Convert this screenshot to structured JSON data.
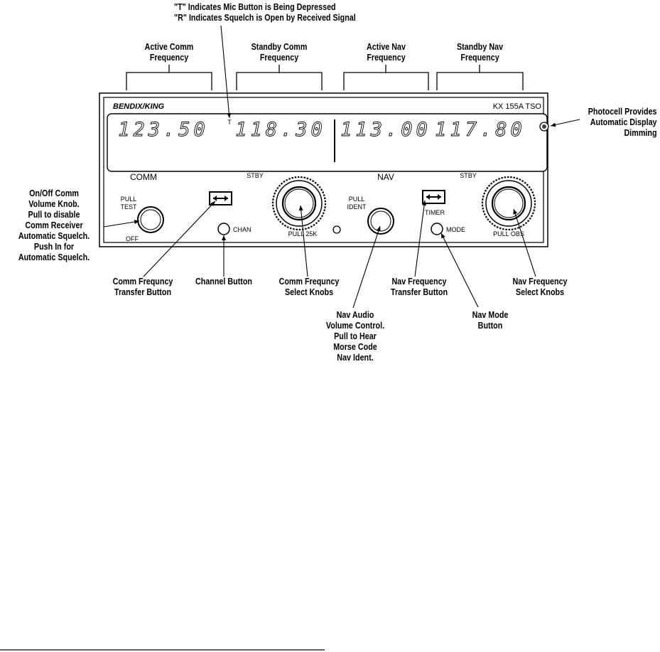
{
  "top_note": {
    "line1": "\"T\" Indicates Mic Button is Being Depressed",
    "line2": "\"R\" Indicates Squelch is Open by Received Signal"
  },
  "brackets": {
    "active_comm": [
      "Active Comm",
      "Frequency"
    ],
    "standby_comm": [
      "Standby Comm",
      "Frequency"
    ],
    "active_nav": [
      "Active Nav",
      "Frequency"
    ],
    "standby_nav": [
      "Standby Nav",
      "Frequency"
    ]
  },
  "radio": {
    "brand": "BENDIX/KING",
    "model": "KX 155A TSO",
    "active_comm_freq": "123.50",
    "tx_indicator": "T",
    "standby_comm_freq": "118.30",
    "active_nav_freq": "113.00",
    "standby_nav_freq": "117.80",
    "label_comm": "COMM",
    "label_stby_comm": "STBY",
    "label_nav": "NAV",
    "label_stby_nav": "STBY",
    "pull_test": [
      "PULL",
      "TEST"
    ],
    "off": "OFF",
    "chan": "CHAN",
    "pull_25k": "PULL 25K",
    "pull_ident": [
      "PULL",
      "IDENT"
    ],
    "timer": "TIMER",
    "mode": "MODE",
    "pull_obs": "PULL OBS"
  },
  "callouts": {
    "photocell": [
      "Photocell Provides",
      "Automatic Display",
      "Dimming"
    ],
    "volume_knob": [
      "On/Off Comm",
      "Volume Knob.",
      "Pull to disable",
      "Comm Receiver",
      "Automatic Squelch.",
      "Push In for",
      "Automatic Squelch."
    ],
    "comm_transfer": [
      "Comm Frequncy",
      "Transfer Button"
    ],
    "channel_button": [
      "Channel Button"
    ],
    "comm_select": [
      "Comm Frequncy",
      "Select Knobs"
    ],
    "nav_audio": [
      "Nav Audio",
      "Volume Control.",
      "Pull to Hear",
      "Morse Code",
      "Nav Ident."
    ],
    "nav_transfer": [
      "Nav Frequency",
      "Transfer Button"
    ],
    "nav_mode": [
      "Nav Mode",
      "Button"
    ],
    "nav_select": [
      "Nav Frequency",
      "Select Knobs"
    ]
  }
}
